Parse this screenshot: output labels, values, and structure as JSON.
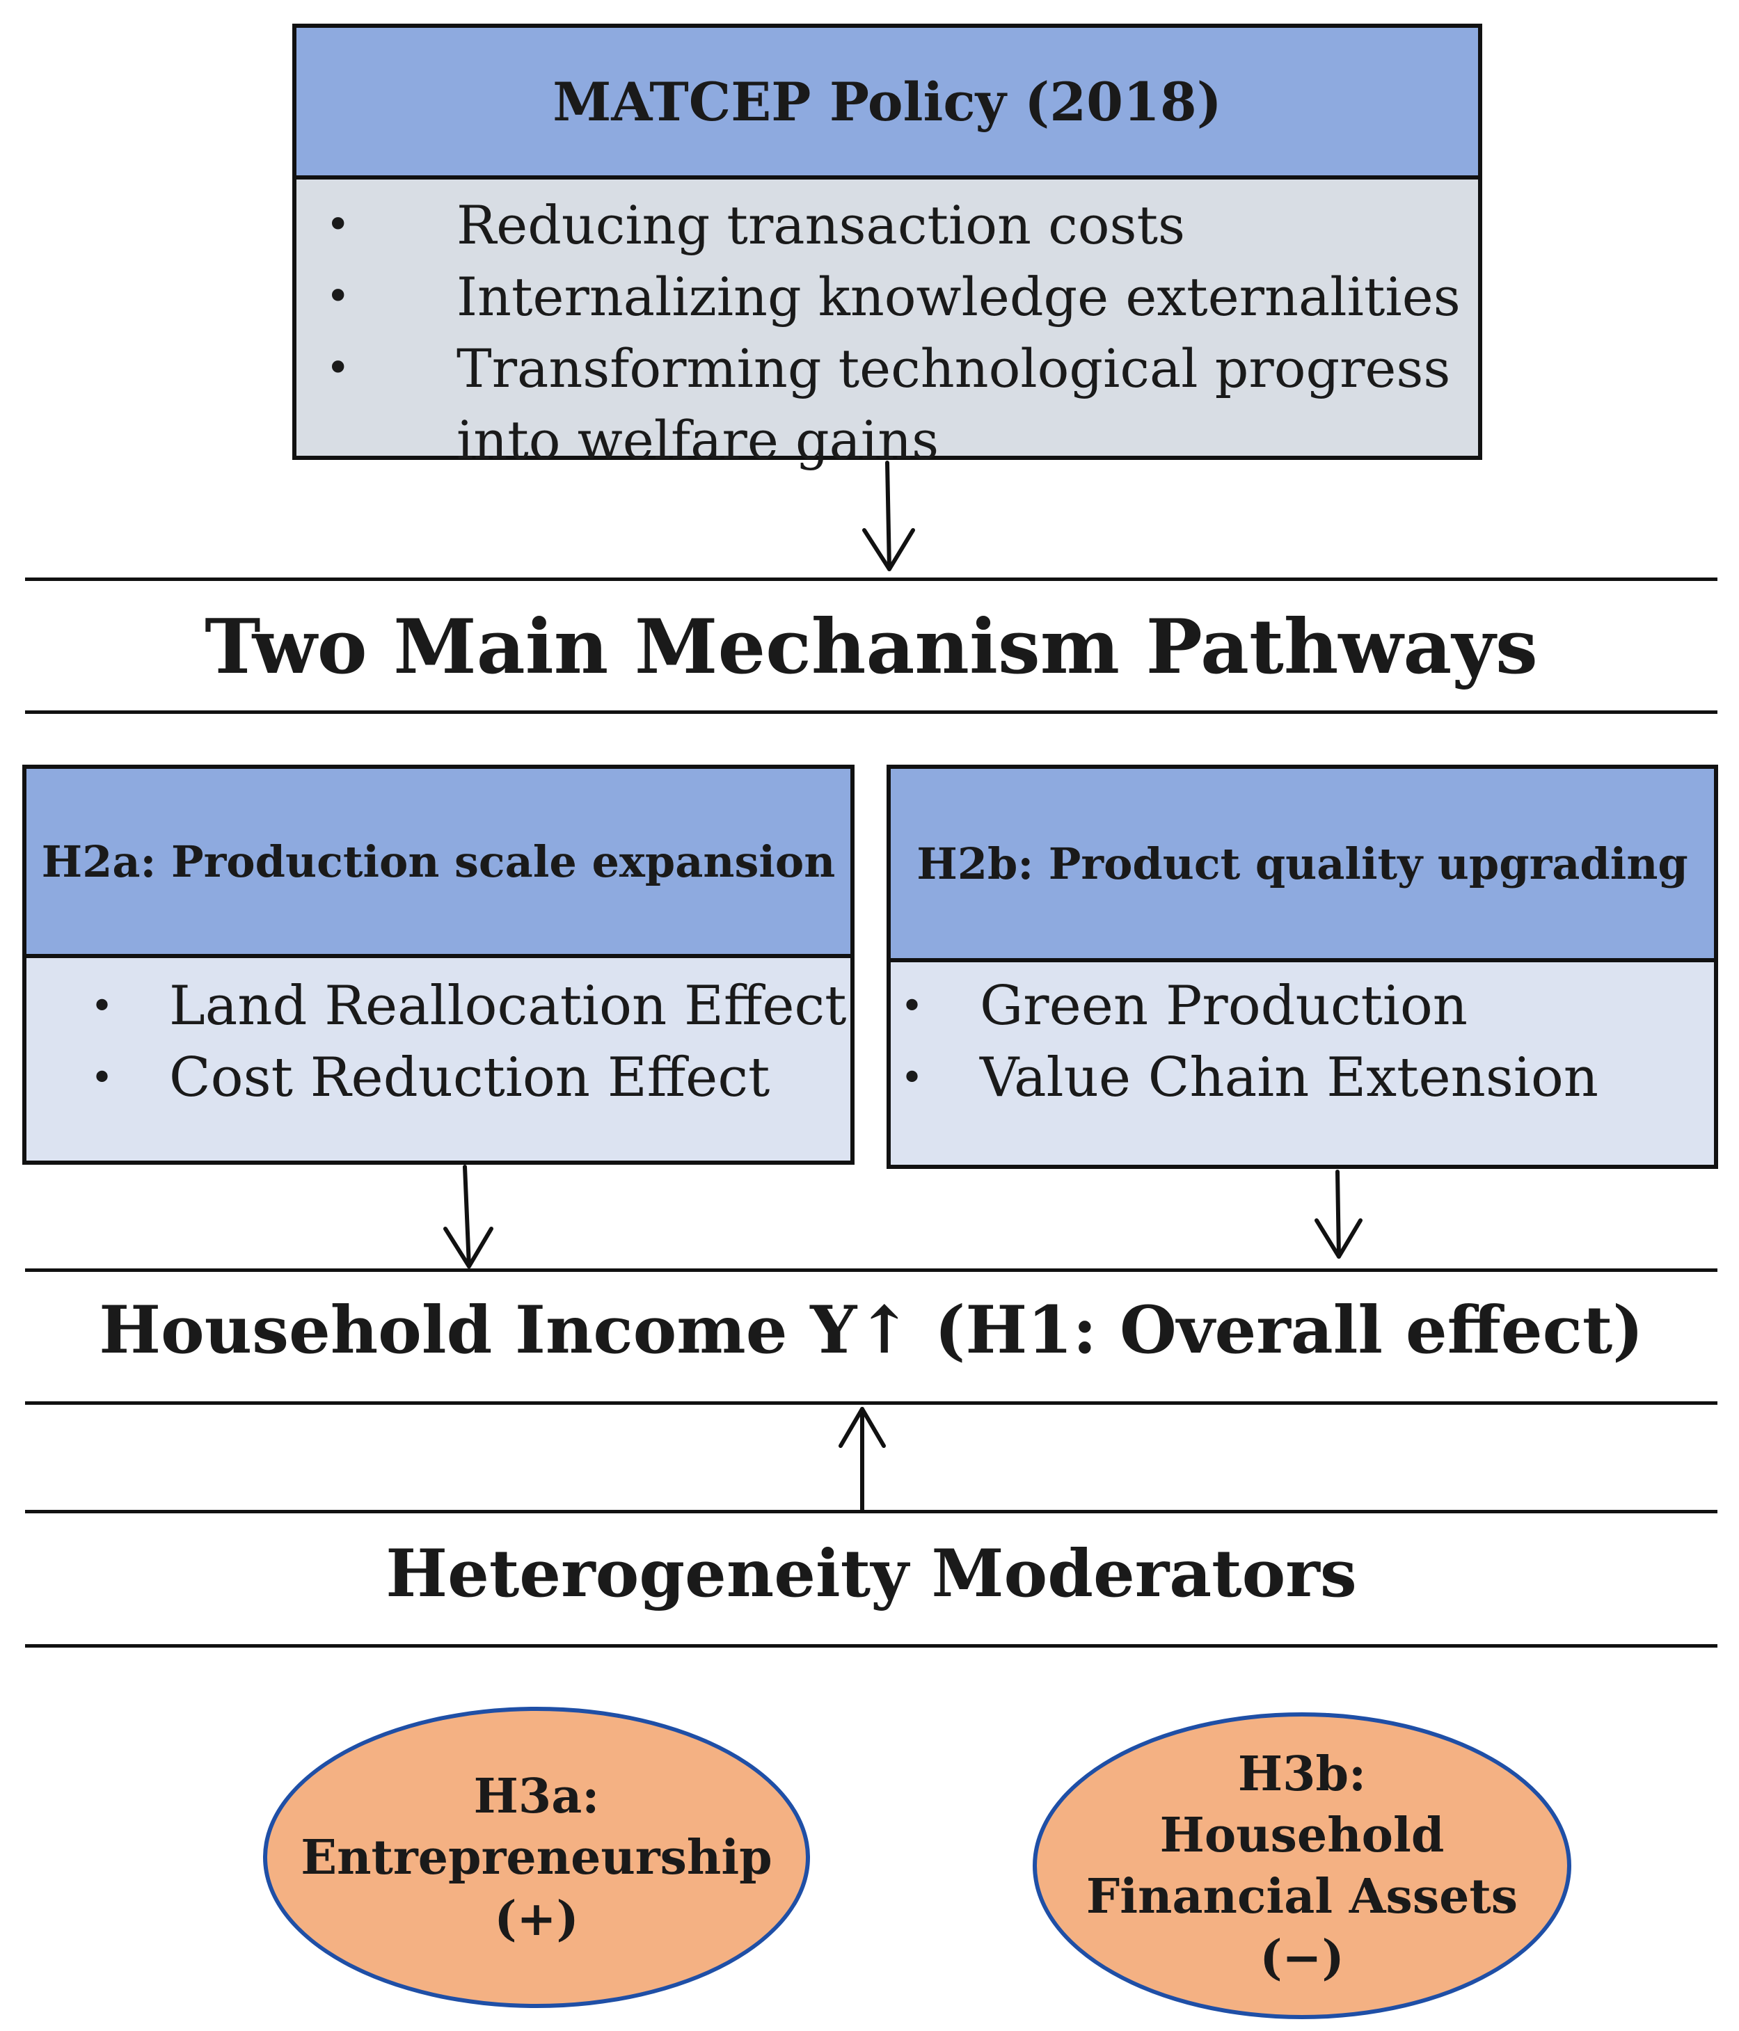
{
  "policy": {
    "title": "MATCEP Policy (2018)",
    "items": [
      "Reducing transaction costs",
      "Internalizing knowledge externalities",
      "Transforming technological progress",
      "into welfare gains"
    ],
    "bullet": "•"
  },
  "pathways_title": "Two Main Mechanism Pathways",
  "h2a": {
    "title": "H2a: Production scale expansion",
    "items": [
      "Land Reallocation Effect",
      "Cost Reduction Effect"
    ]
  },
  "h2b": {
    "title": "H2b: Product quality upgrading",
    "items": [
      "Green Production",
      "Value Chain Extension"
    ]
  },
  "income_title": "Household Income Y↑ (H1: Overall effect)",
  "moderators_title": "Heterogeneity Moderators",
  "h3a": {
    "lines": [
      "H3a:",
      "Entrepreneurship",
      "(+)"
    ]
  },
  "h3b": {
    "lines": [
      "H3b:",
      "Household",
      "Financial Assets",
      "(−)"
    ]
  },
  "colors": {
    "header_fill": "#8eaadf",
    "policy_body_fill": "#d8dde4",
    "pathway_body_fill": "#dce3f1",
    "ellipse_fill": "#f4b183",
    "ellipse_border": "#1f4fa6"
  }
}
